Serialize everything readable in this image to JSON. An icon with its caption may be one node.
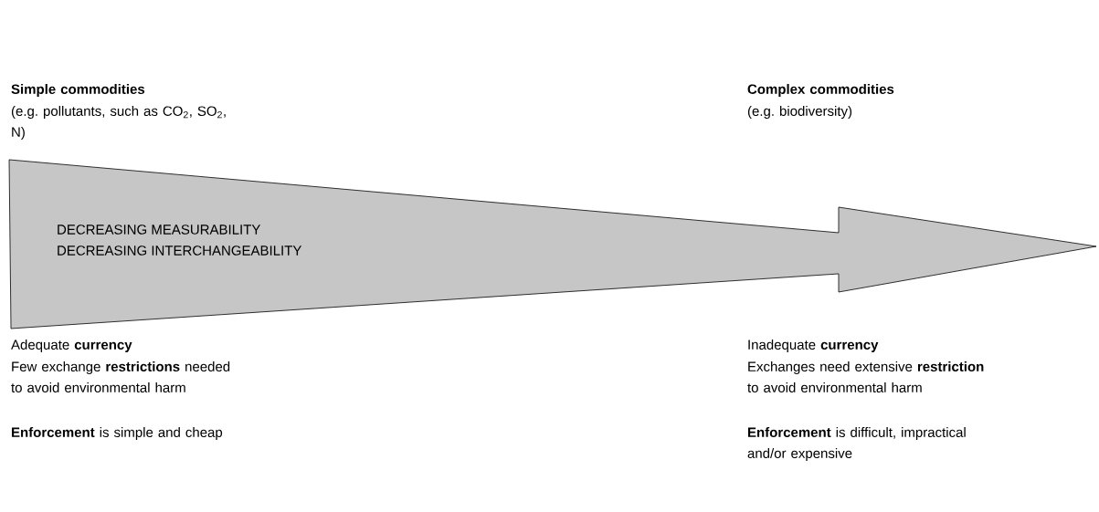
{
  "diagram": {
    "nodes": [
      {
        "text": [
          "DECREASING MEASURABILITY",
          "DECREASING INTERCHANGEABILITY"
        ]
      }
    ],
    "labels": [
      "Simple commodities",
      "(e.g. pollutants, such as CO$_{2}$, SO$_{2}$, N)",
      "Complex commodities",
      "(e.g. biodiversity)",
      "Adequate **currency**",
      "Few exchange **restrictions** needed to avoid environmental harm",
      "**Enforcement** is simple and cheap",
      "Inadequate **currency**",
      "Exchanges need extensive **restriction** to avoid environmental harm",
      "**Enforcement** is difficult, impractical and/or expensive"
    ]
  }
}
